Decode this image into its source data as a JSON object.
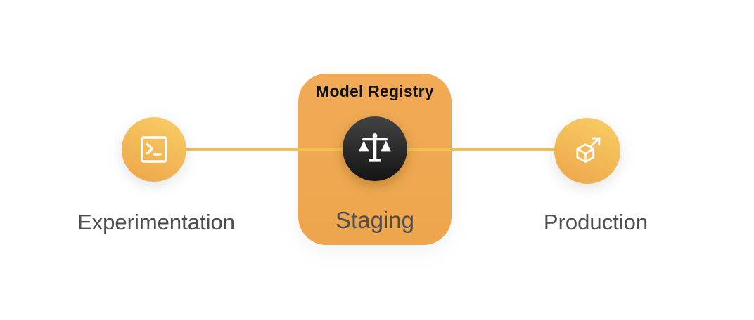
{
  "diagram": {
    "card": {
      "title": "Model Registry"
    },
    "nodes": {
      "experimentation": {
        "label": "Experimentation",
        "icon": "terminal-icon"
      },
      "staging": {
        "label": "Staging",
        "icon": "scales-icon"
      },
      "production": {
        "label": "Production",
        "icon": "cube-arrow-icon"
      }
    },
    "colors": {
      "card_orange_top": "#F1AB57",
      "card_orange_bottom": "#EDA64C",
      "circle_yellow_top": "#F9CF66",
      "circle_orange_bottom": "#ECA549",
      "connector_yellow": "#F3C24F",
      "dark_circle_top": "#434343",
      "dark_circle_bottom": "#141414",
      "title_black": "#121212",
      "label_gray": "#4D4E50",
      "icon_white": "#FFFFFF",
      "background": "#FFFFFF"
    }
  }
}
